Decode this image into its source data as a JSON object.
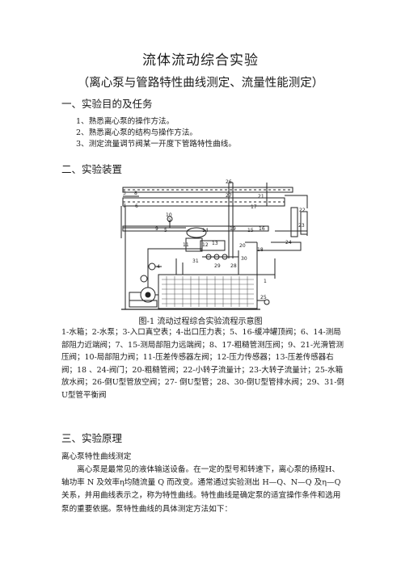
{
  "title": "流体流动综合实验",
  "subtitle": "（离心泵与管路特性曲线测定、流量性能测定）",
  "sections": [
    {
      "heading": "一、实验目的及任务"
    },
    {
      "heading": "二、实验装置"
    },
    {
      "heading": "三、实验原理"
    }
  ],
  "objectives": [
    "1、熟悉离心泵的操作方法。",
    "2、熟悉离心泵的结构与操作方法。",
    "3、测定流量调节阀某一开度下管路特性曲线。"
  ],
  "figure": {
    "caption": "图-1   流动过程综合实验流程示意图",
    "labels": [
      "26",
      "27",
      "21",
      "3",
      "8",
      "17",
      "7",
      "6",
      "22",
      "10",
      "2",
      "14",
      "19",
      "16",
      "23",
      "9",
      "5",
      "15",
      "18",
      "24",
      "11",
      "12",
      "13",
      "20",
      "31",
      "4",
      "30",
      "29",
      "28",
      "1",
      "25"
    ]
  },
  "legend": "1-水箱；2-水泵；3-入口真空表；4-出口压力表；5、16-缓冲罐顶阀；6、14-测局部阻力近端阀；7、15-测局部阻力远端阀；8、17-粗糙管测压阀；9、21-光滑管测压阀；10-局部阻力阀；11-压差传感器左阀；12-压力传感器；13-压差传感器右阀；18 、24-阀门；20-粗糙管阀；22-小转子流量计；23-大转子流量计；25-水箱放水阀；26-倒U型管放空阀；27- 倒U型管；28、30-倒U型管排水阀；29、31-倒U型管平衡阀",
  "principle": {
    "subheading": "离心泵特性曲线测定",
    "paragraph": "离心泵是最常见的液体输送设备。在一定的型号和转速下，离心泵的扬程H、轴功率 N 及效率η均随流量 Q 而改变。通常通过实验测出 H—Q、N—Q 及η—Q 关系，并用曲线表示之，称为特性曲线。特性曲线是确定泵的适宜操作条件和选用泵的重要依据。泵特性曲线的具体测定方法如下："
  }
}
